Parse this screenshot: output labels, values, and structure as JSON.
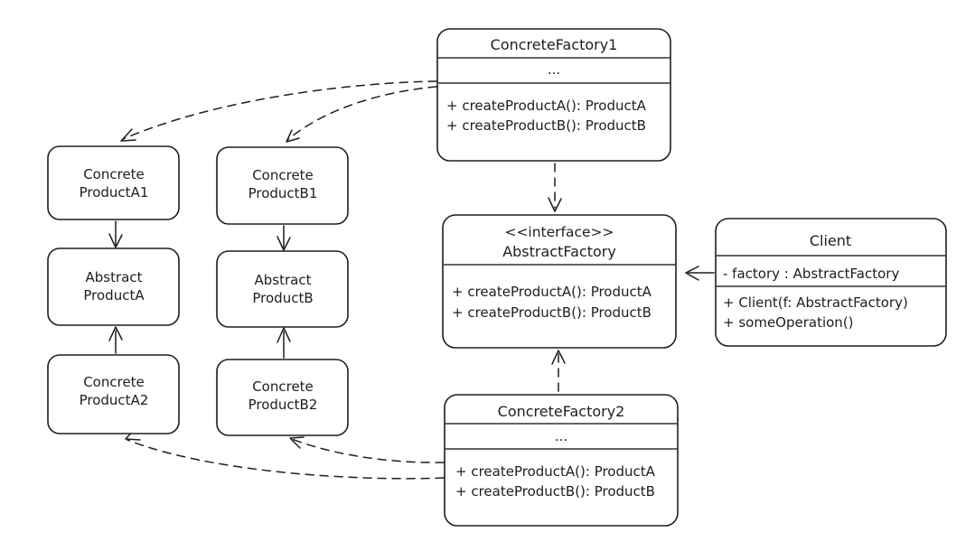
{
  "colors": {
    "stroke": "#1e1e1e",
    "background": "#ffffff"
  },
  "classes": {
    "concrete_product_a1": {
      "line1": "Concrete",
      "line2": "ProductA1"
    },
    "abstract_product_a": {
      "line1": "Abstract",
      "line2": "ProductA"
    },
    "concrete_product_a2": {
      "line1": "Concrete",
      "line2": "ProductA2"
    },
    "concrete_product_b1": {
      "line1": "Concrete",
      "line2": "ProductB1"
    },
    "abstract_product_b": {
      "line1": "Abstract",
      "line2": "ProductB"
    },
    "concrete_product_b2": {
      "line1": "Concrete",
      "line2": "ProductB2"
    },
    "concrete_factory_1": {
      "title": "ConcreteFactory1",
      "fields_placeholder": "...",
      "methods": [
        "+ createProductA(): ProductA",
        "+ createProductB(): ProductB"
      ]
    },
    "abstract_factory": {
      "stereotype": "<<interface>>",
      "title": "AbstractFactory",
      "methods": [
        "+ createProductA(): ProductA",
        "+ createProductB(): ProductB"
      ]
    },
    "client": {
      "title": "Client",
      "attributes": [
        "- factory : AbstractFactory"
      ],
      "methods": [
        "+ Client(f: AbstractFactory)",
        "+ someOperation()"
      ]
    },
    "concrete_factory_2": {
      "title": "ConcreteFactory2",
      "fields_placeholder": "...",
      "methods": [
        "+ createProductA(): ProductA",
        "+ createProductB(): ProductB"
      ]
    }
  },
  "edges": [
    {
      "from": "ConcreteFactory1",
      "to": "ConcreteProductA1",
      "style": "dashed-arrow"
    },
    {
      "from": "ConcreteFactory1",
      "to": "ConcreteProductB1",
      "style": "dashed-arrow"
    },
    {
      "from": "ConcreteFactory1",
      "to": "AbstractFactory",
      "style": "dashed-arrow"
    },
    {
      "from": "ConcreteFactory2",
      "to": "AbstractFactory",
      "style": "dashed-arrow"
    },
    {
      "from": "ConcreteFactory2",
      "to": "ConcreteProductA2",
      "style": "dashed-arrow"
    },
    {
      "from": "ConcreteFactory2",
      "to": "ConcreteProductB2",
      "style": "dashed-arrow"
    },
    {
      "from": "ConcreteProductA1",
      "to": "AbstractProductA",
      "style": "solid-arrow"
    },
    {
      "from": "ConcreteProductA2",
      "to": "AbstractProductA",
      "style": "solid-arrow"
    },
    {
      "from": "ConcreteProductB1",
      "to": "AbstractProductB",
      "style": "solid-arrow"
    },
    {
      "from": "ConcreteProductB2",
      "to": "AbstractProductB",
      "style": "solid-arrow"
    },
    {
      "from": "Client",
      "to": "AbstractFactory",
      "style": "solid-arrow"
    }
  ]
}
